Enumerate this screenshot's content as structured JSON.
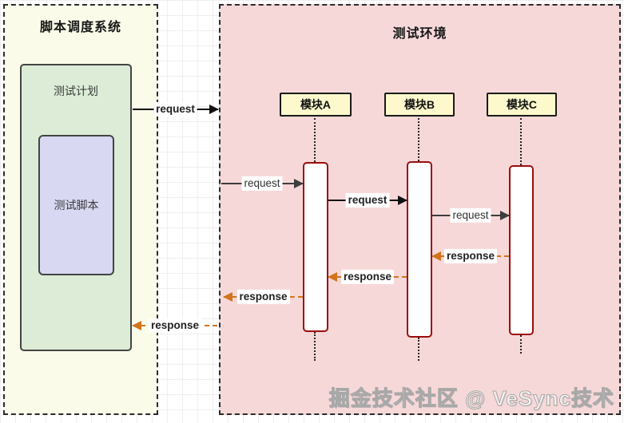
{
  "colors": {
    "canvas-bg": "#ffffff",
    "grid-line": "#efefef",
    "panel-border": "#2b2b2b",
    "left-panel-bg": "#fafbe9",
    "plan-box-bg": "#dcecd7",
    "script-box-bg": "#d8d8f3",
    "right-panel-bg": "#f7d8d8",
    "module-box-bg": "#fdf9cc",
    "module-box-border": "#1a1a1a",
    "activation-border": "#9c0d0d",
    "request-bold": "#111111",
    "request-thin": "#3d3d3d",
    "response": "#d2741c",
    "label-text": "#1f1f1f",
    "watermark-stroke": "#a8a8a8"
  },
  "left_panel": {
    "title": "脚本调度系统",
    "plan_label": "测试计划",
    "script_label": "测试脚本"
  },
  "right_panel": {
    "title": "测试环境",
    "modules": [
      {
        "label": "模块A"
      },
      {
        "label": "模块B"
      },
      {
        "label": "模块C"
      }
    ]
  },
  "messages": [
    {
      "label": "request",
      "from": "测试计划",
      "to": "测试环境",
      "style": "solid-bold"
    },
    {
      "label": "request",
      "from": "测试环境",
      "to": "模块A",
      "style": "solid-thin"
    },
    {
      "label": "request",
      "from": "模块A",
      "to": "模块B",
      "style": "solid-bold"
    },
    {
      "label": "request",
      "from": "模块B",
      "to": "模块C",
      "style": "solid-thin"
    },
    {
      "label": "response",
      "from": "模块C",
      "to": "模块B",
      "style": "dashed-orange"
    },
    {
      "label": "response",
      "from": "模块B",
      "to": "模块A",
      "style": "dashed-orange"
    },
    {
      "label": "response",
      "from": "模块A",
      "to": "测试环境",
      "style": "dashed-orange"
    },
    {
      "label": "response",
      "from": "测试环境",
      "to": "测试计划",
      "style": "dashed-orange"
    }
  ],
  "watermark": "掘金技术社区 @ VeSync技术"
}
